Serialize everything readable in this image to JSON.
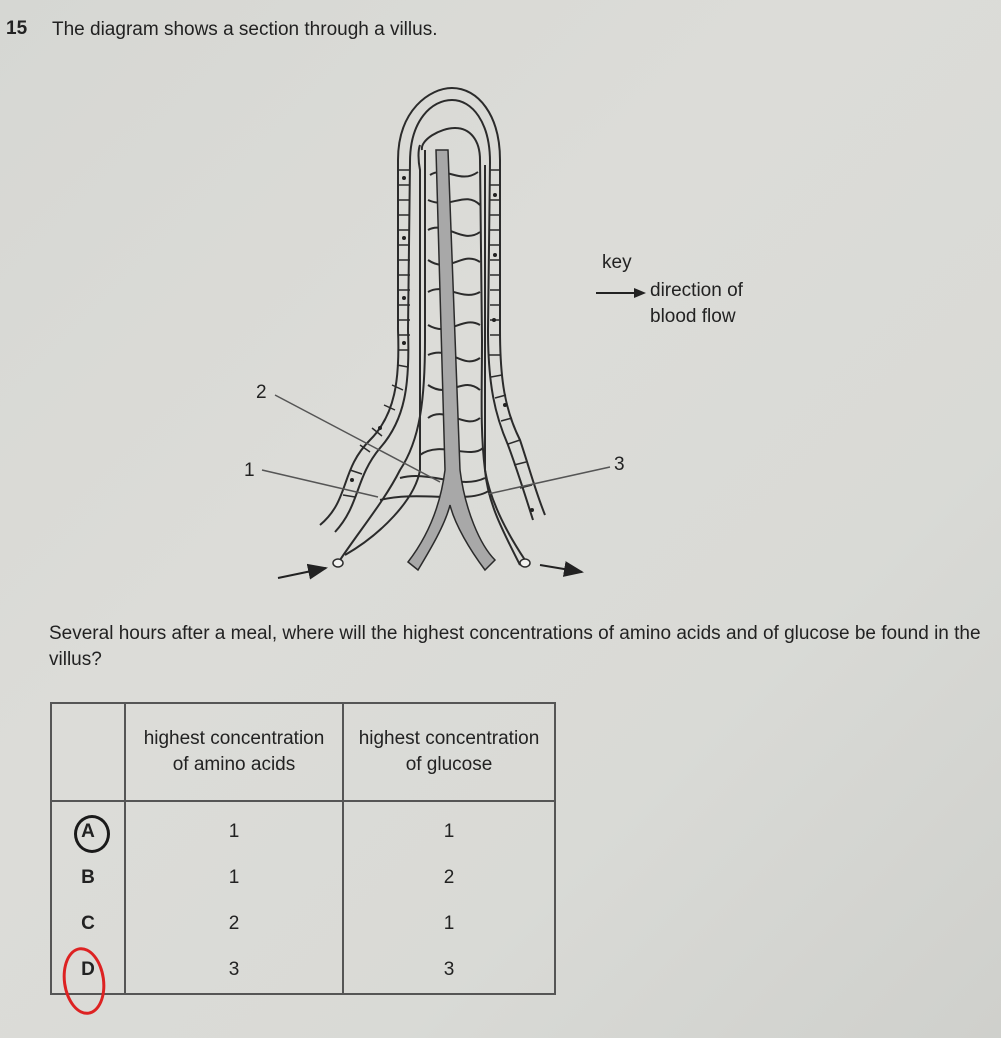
{
  "question": {
    "number": "15",
    "title": "The diagram shows a section through a villus.",
    "prompt": "Several hours after a meal, where will the highest concentrations of amino acids and of glucose be found in the villus?"
  },
  "diagram": {
    "labels": {
      "label_1": "1",
      "label_2": "2",
      "label_3": "3"
    },
    "key": {
      "title": "key",
      "arrow_icon": "right-arrow-icon",
      "label_line1": "direction of",
      "label_line2": "blood flow"
    },
    "colors": {
      "outline": "#2b2b2b",
      "lacteal": "#a8a8a8",
      "vessel_fill": "#f2f2f0"
    }
  },
  "table": {
    "headers": [
      "",
      "highest concentration of amino acids",
      "highest concentration of glucose"
    ],
    "rows": [
      {
        "letter": "A",
        "amino": "1",
        "glucose": "1",
        "mark": "black-circle"
      },
      {
        "letter": "B",
        "amino": "1",
        "glucose": "2",
        "mark": ""
      },
      {
        "letter": "C",
        "amino": "2",
        "glucose": "1",
        "mark": ""
      },
      {
        "letter": "D",
        "amino": "3",
        "glucose": "3",
        "mark": "red-circle"
      }
    ]
  },
  "annotations": {
    "black_circle_color": "#1a1a1a",
    "red_circle_color": "#dd2222"
  }
}
